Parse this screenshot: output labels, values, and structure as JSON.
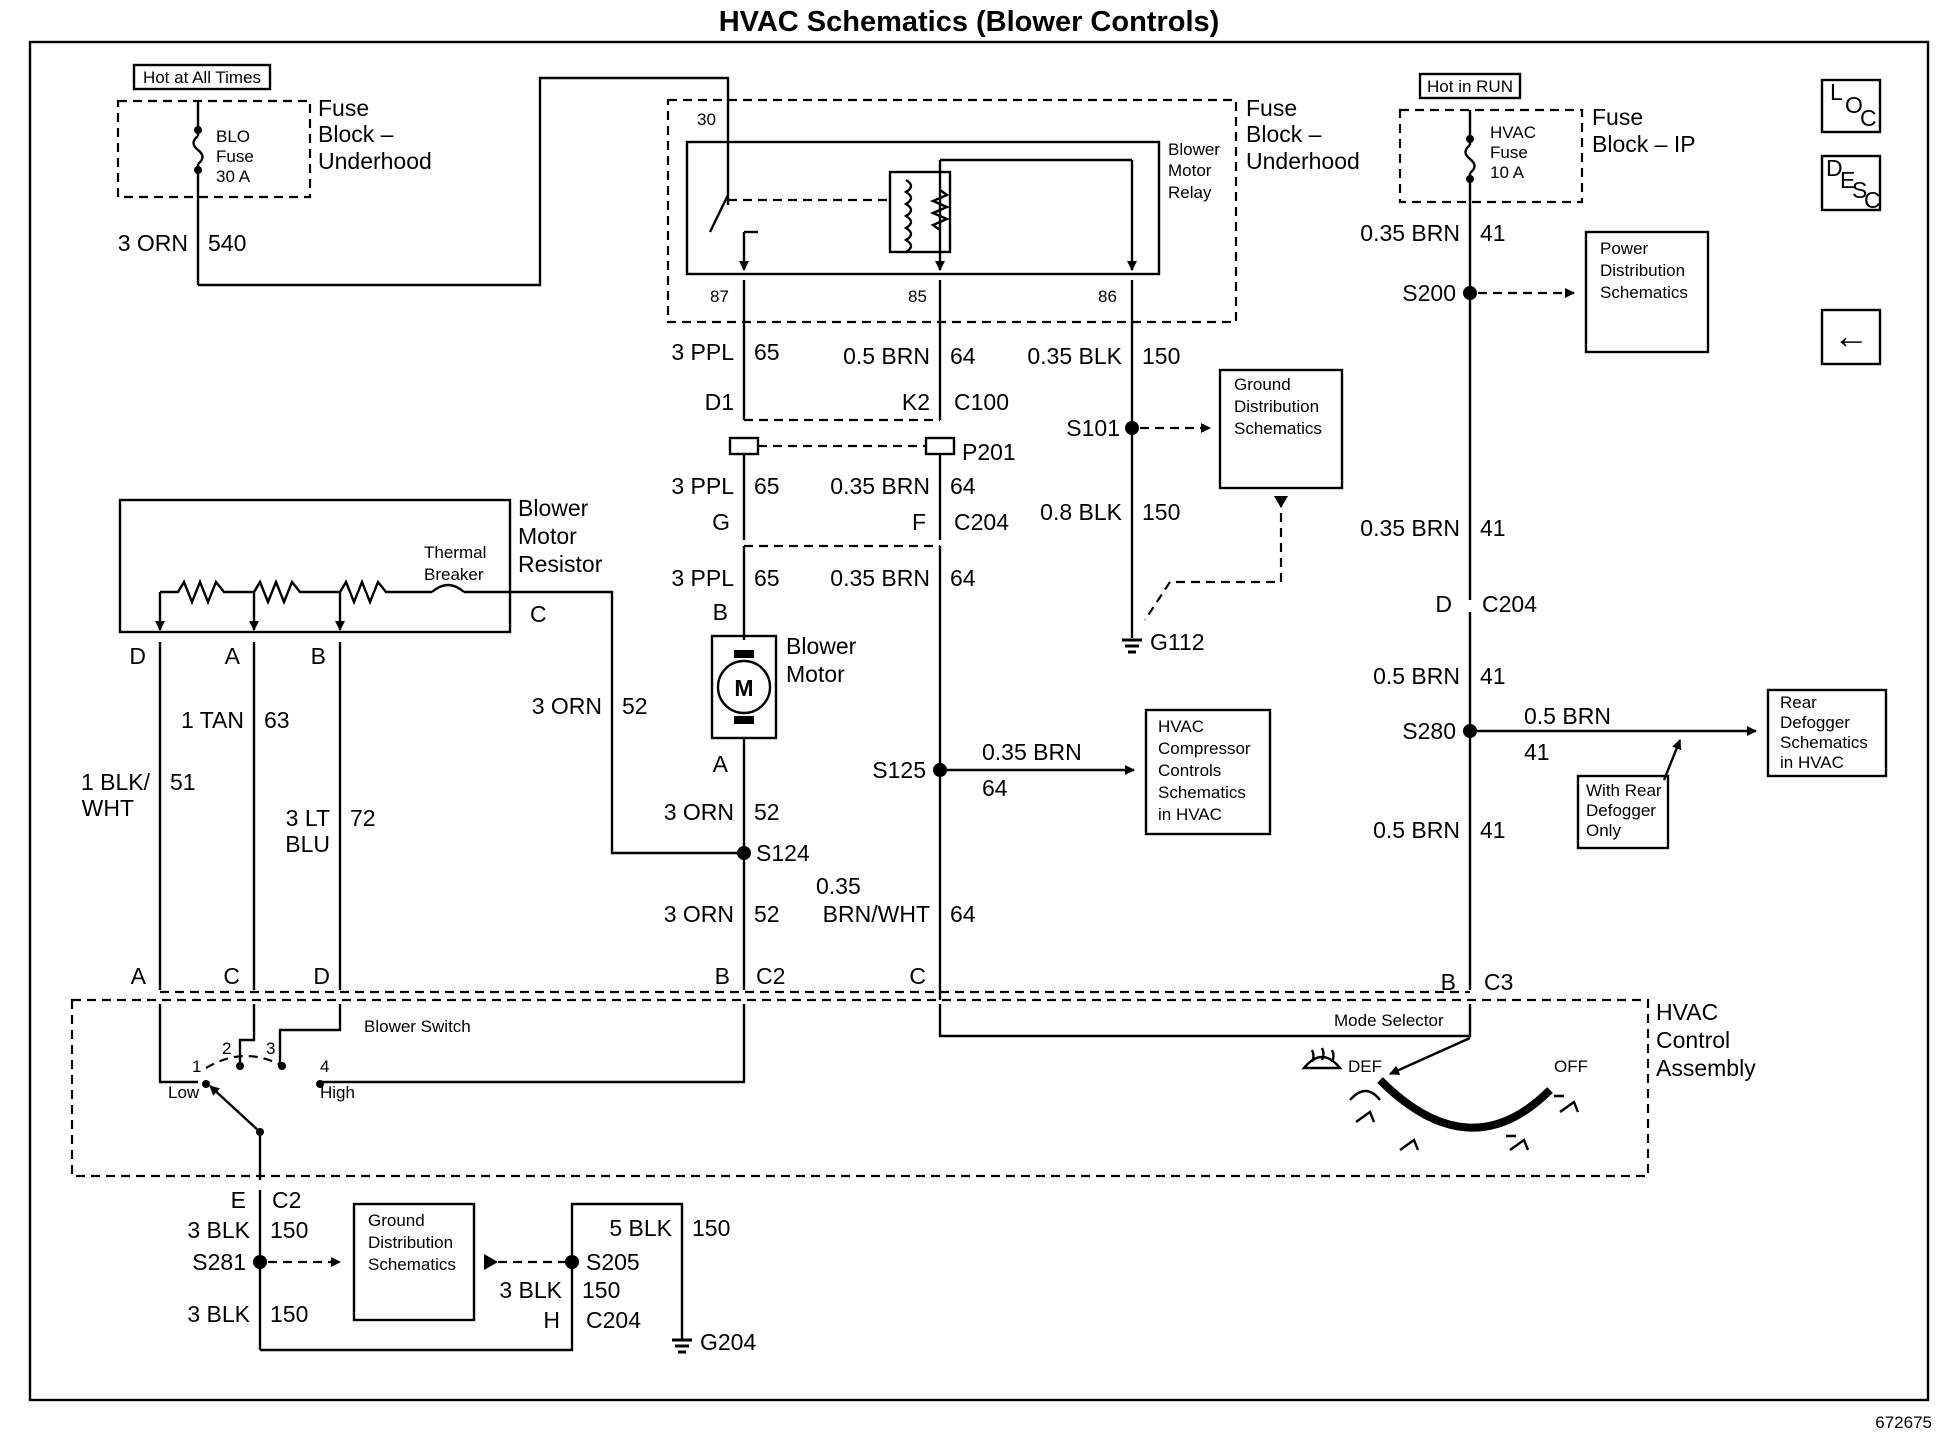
{
  "title": "HVAC Schematics (Blower Controls)",
  "figure_number": "672675",
  "nav": {
    "loc": [
      "L",
      "O",
      "C"
    ],
    "desc": [
      "D",
      "E",
      "S",
      "C"
    ],
    "back": "←"
  },
  "hot_labels": {
    "all_times": "Hot at All Times",
    "run": "Hot in RUN"
  },
  "fuse_blocks": {
    "left": {
      "name": [
        "Fuse",
        "Block –",
        "Underhood"
      ],
      "fuse": [
        "BLO",
        "Fuse",
        "30 A"
      ]
    },
    "center": {
      "name": [
        "Fuse",
        "Block –",
        "Underhood"
      ]
    },
    "right": {
      "name": [
        "Fuse",
        "Block – IP"
      ],
      "fuse": [
        "HVAC",
        "Fuse",
        "10 A"
      ]
    }
  },
  "relay": {
    "name": [
      "Blower",
      "Motor",
      "Relay"
    ],
    "pins": [
      "30",
      "87",
      "85",
      "86"
    ]
  },
  "resistor": {
    "name": [
      "Blower",
      "Motor",
      "Resistor"
    ],
    "breaker": [
      "Thermal",
      "Breaker"
    ],
    "pins": [
      "D",
      "A",
      "B",
      "C"
    ]
  },
  "motor": {
    "symbol": "M",
    "name": [
      "Blower",
      "Motor"
    ],
    "pins": [
      "B",
      "A"
    ]
  },
  "switch": {
    "name": "Blower Switch",
    "positions": [
      "1",
      "2",
      "3",
      "4"
    ],
    "low": "Low",
    "high": "High"
  },
  "hvac_assembly": {
    "name": [
      "HVAC",
      "Control",
      "Assembly"
    ],
    "mode_selector": "Mode Selector",
    "def": "DEF",
    "off": "OFF"
  },
  "refs": {
    "ground_dist_top": [
      "Ground",
      "Distribution",
      "Schematics"
    ],
    "ground_dist_bottom": [
      "Ground",
      "Distribution",
      "Schematics"
    ],
    "power_dist": [
      "Power",
      "Distribution",
      "Schematics"
    ],
    "compressor": [
      "HVAC",
      "Compressor",
      "Controls",
      "Schematics",
      "in HVAC"
    ],
    "rear_defogger": [
      "Rear",
      "Defogger",
      "Schematics",
      "in HVAC"
    ],
    "rear_defogger_note": [
      "With Rear",
      "Defogger",
      "Only"
    ]
  },
  "wires": {
    "w540": [
      "3 ORN",
      "540"
    ],
    "w65a": [
      "3 PPL",
      "65"
    ],
    "w64a": [
      "0.5 BRN",
      "64"
    ],
    "w150a": [
      "0.35 BLK",
      "150"
    ],
    "w65b": [
      "3 PPL",
      "65"
    ],
    "w64b": [
      "0.35 BRN",
      "64"
    ],
    "w150b": [
      "0.8 BLK",
      "150"
    ],
    "w65c": [
      "3 PPL",
      "65"
    ],
    "w64c": [
      "0.35 BRN",
      "64"
    ],
    "w41a": [
      "0.35 BRN",
      "41"
    ],
    "w41b": [
      "0.35 BRN",
      "41"
    ],
    "w41c": [
      "0.5 BRN",
      "41"
    ],
    "w41d": [
      "0.5 BRN",
      "41"
    ],
    "w41e": [
      "0.5 BRN",
      "41"
    ],
    "w63": [
      "1 TAN",
      "63"
    ],
    "w51": [
      "1 BLK/",
      "WHT",
      "51"
    ],
    "w72": [
      "3 LT",
      "BLU",
      "72"
    ],
    "w52a": [
      "3 ORN",
      "52"
    ],
    "w52b": [
      "3 ORN",
      "52"
    ],
    "w52c": [
      "3 ORN",
      "52"
    ],
    "w64d": [
      "0.35 BRN",
      "64"
    ],
    "w64e": [
      "0.35",
      "BRN/WHT",
      "64"
    ],
    "w150c": [
      "3 BLK",
      "150"
    ],
    "w150d": [
      "3 BLK",
      "150"
    ],
    "w150e": [
      "5 BLK",
      "150"
    ],
    "w150f": [
      "3 BLK",
      "150"
    ]
  },
  "connectors": {
    "d1": "D1",
    "k2": "K2",
    "c100": "C100",
    "p201": "P201",
    "g": "G",
    "f": "F",
    "c204a": "C204",
    "d_c204": "D",
    "c204b": "C204",
    "ls_a": "A",
    "ls_c": "C",
    "ls_d": "D",
    "b_c2": "B",
    "c2a": "C2",
    "c_c": "C",
    "b_c3": "B",
    "c3": "C3",
    "e": "E",
    "c2b": "C2",
    "h": "H",
    "c204c": "C204"
  },
  "splices": {
    "s101": "S101",
    "s200": "S200",
    "s125": "S125",
    "s124": "S124",
    "s280": "S280",
    "s281": "S281",
    "s205": "S205"
  },
  "grounds": {
    "g112": "G112",
    "g204": "G204"
  }
}
